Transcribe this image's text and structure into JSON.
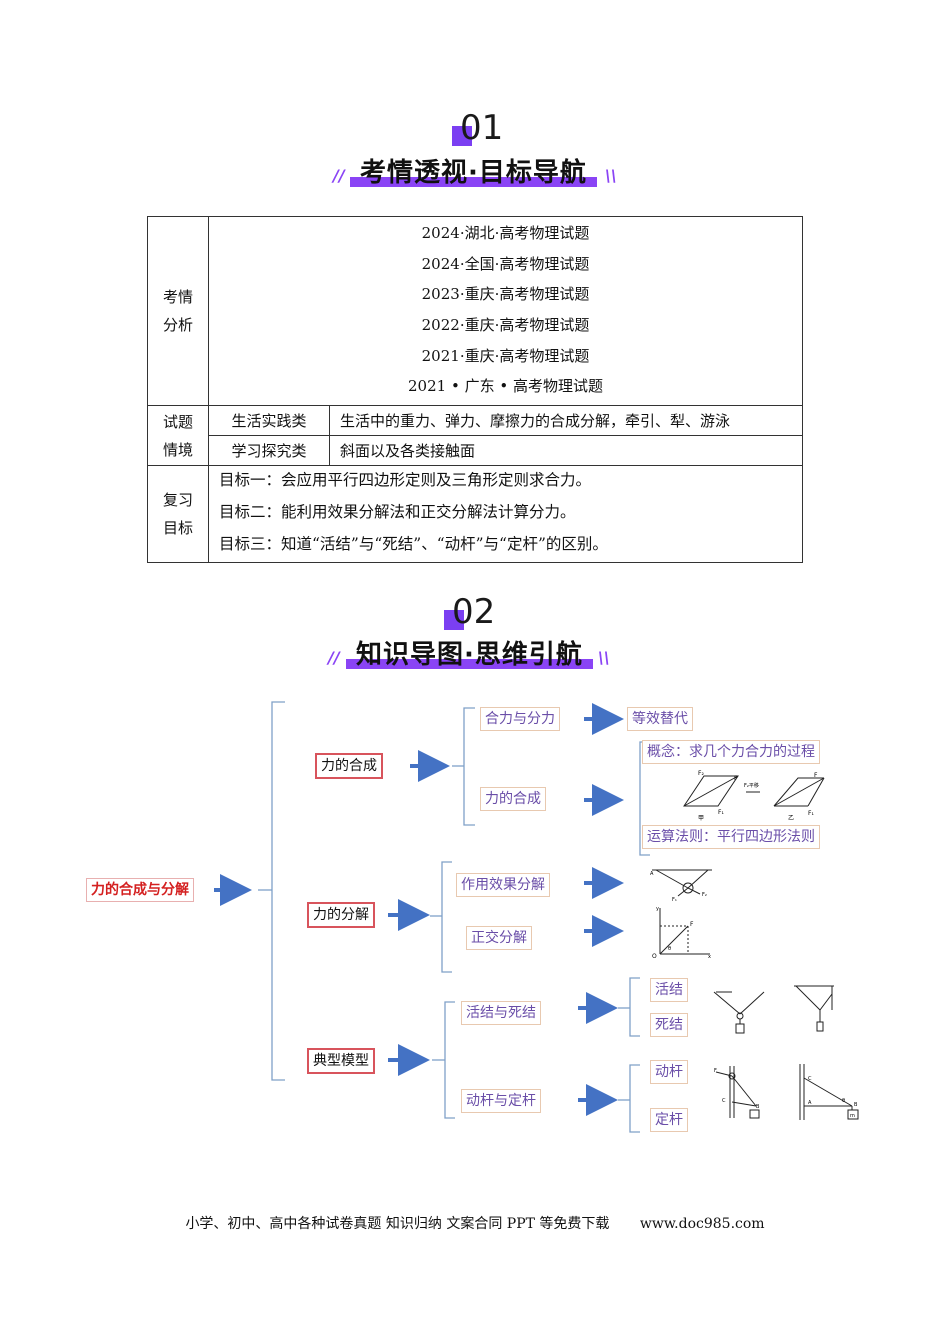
{
  "section1": {
    "number": "01",
    "title": "考情透视·目标导航"
  },
  "section2": {
    "number": "02",
    "title": "知识导图·思维引航"
  },
  "slashes": {
    "left": "//",
    "right": "\\\\"
  },
  "table": {
    "analysis_label": "考情\n分析",
    "years": [
      "2024·湖北·高考物理试题",
      "2024·全国·高考物理试题",
      "2023·重庆·高考物理试题",
      "2022·重庆·高考物理试题",
      "2021·重庆·高考物理试题",
      "2021 • 广东 • 高考物理试题"
    ],
    "situation_label": "试题\n情境",
    "situations": [
      {
        "type": "生活实践类",
        "content": "生活中的重力、弹力、摩擦力的合成分解，牵引、犁、游泳"
      },
      {
        "type": "学习探究类",
        "content": "斜面以及各类接触面"
      }
    ],
    "goals_label": "复习\n目标",
    "goals": [
      "目标一：会应用平行四边形定则及三角形定则求合力。",
      "目标二：能利用效果分解法和正交分解法计算分力。",
      "目标三：知道“活结”与“死结”、“动杆”与“定杆”的区别。"
    ]
  },
  "mindmap": {
    "root": "力的合成与分解",
    "branches": {
      "compose": "力的合成",
      "decompose": "力的分解",
      "models": "典型模型"
    },
    "compose_children": {
      "resultant": "合力与分力",
      "equivalent": "等效替代",
      "compose": "力的合成",
      "concept": "概念：求几个力合力的过程",
      "rule": "运算法则：平行四边形法则"
    },
    "decompose_children": {
      "effect": "作用效果分解",
      "orthogonal": "正交分解"
    },
    "model_children": {
      "knots": "活结与死结",
      "live_knot": "活结",
      "dead_knot": "死结",
      "rods": "动杆与定杆",
      "moving_rod": "动杆",
      "fixed_rod": "定杆"
    },
    "figure_labels": {
      "jia": "甲",
      "yi": "乙",
      "pingyi": "F₂平移",
      "F": "F",
      "F1": "F₁",
      "F2": "F₂",
      "O": "O",
      "x": "x",
      "y": "y",
      "theta": "θ",
      "A": "A",
      "B": "B",
      "C": "C",
      "m": "m"
    }
  },
  "footer": {
    "left": "小学、初中、高中各种试卷真题  知识归纳  文案合同  PPT 等免费下载",
    "right": "www.doc985.com"
  },
  "colors": {
    "accent": "#8a44f5",
    "arrow": "#4472c4",
    "node_text": "#6a4ea8",
    "root_text": "#d42020"
  }
}
